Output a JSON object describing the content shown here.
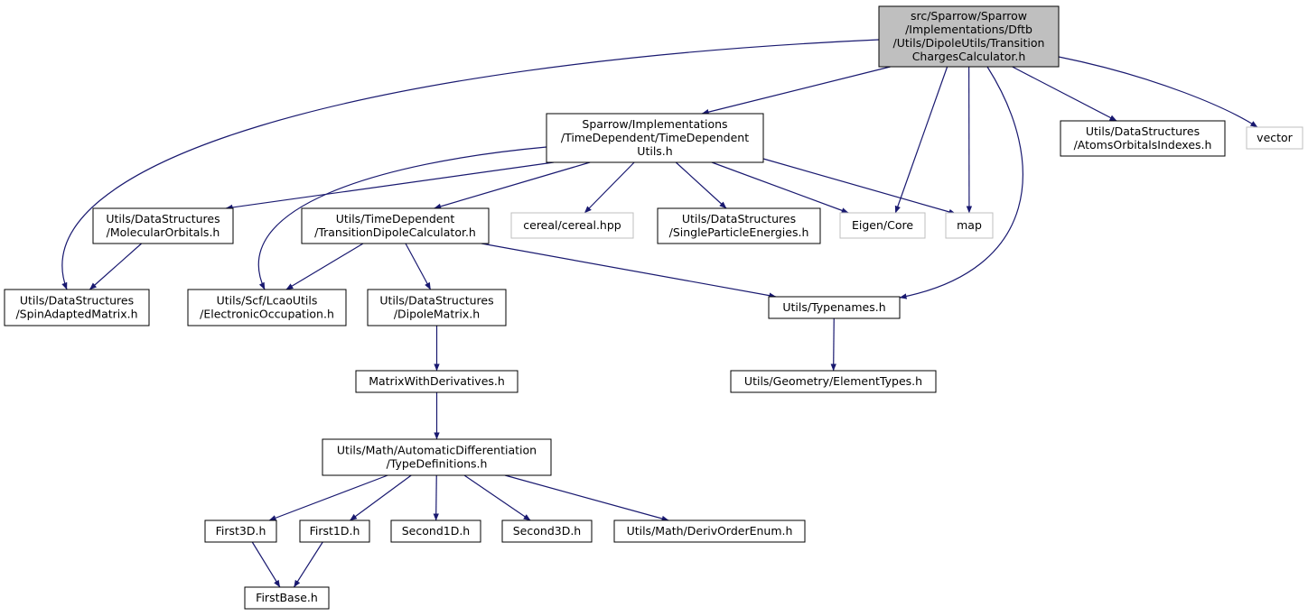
{
  "colors": {
    "edge": "#191970",
    "node_border": "#000000",
    "system_border": "#bfbfbf",
    "root_fill": "#bfbfbf",
    "node_fill": "#ffffff"
  },
  "nodes": {
    "root": {
      "lines": [
        "src/Sparrow/Sparrow",
        "/Implementations/Dftb",
        "/Utils/DipoleUtils/Transition",
        "ChargesCalculator.h"
      ],
      "kind": "root"
    },
    "tdu": {
      "lines": [
        "Sparrow/Implementations",
        "/TimeDependent/TimeDependent",
        "Utils.h"
      ],
      "kind": "file"
    },
    "aoi": {
      "lines": [
        "Utils/DataStructures",
        "/AtomsOrbitalsIndexes.h"
      ],
      "kind": "file"
    },
    "vector": {
      "lines": [
        "vector"
      ],
      "kind": "system"
    },
    "mo": {
      "lines": [
        "Utils/DataStructures",
        "/MolecularOrbitals.h"
      ],
      "kind": "file"
    },
    "tdc": {
      "lines": [
        "Utils/TimeDependent",
        "/TransitionDipoleCalculator.h"
      ],
      "kind": "file"
    },
    "cereal": {
      "lines": [
        "cereal/cereal.hpp"
      ],
      "kind": "system"
    },
    "spe": {
      "lines": [
        "Utils/DataStructures",
        "/SingleParticleEnergies.h"
      ],
      "kind": "file"
    },
    "eigen": {
      "lines": [
        "Eigen/Core"
      ],
      "kind": "system"
    },
    "map": {
      "lines": [
        "map"
      ],
      "kind": "system"
    },
    "sam": {
      "lines": [
        "Utils/DataStructures",
        "/SpinAdaptedMatrix.h"
      ],
      "kind": "file"
    },
    "eo": {
      "lines": [
        "Utils/Scf/LcaoUtils",
        "/ElectronicOccupation.h"
      ],
      "kind": "file"
    },
    "dm": {
      "lines": [
        "Utils/DataStructures",
        "/DipoleMatrix.h"
      ],
      "kind": "file"
    },
    "tn": {
      "lines": [
        "Utils/Typenames.h"
      ],
      "kind": "file"
    },
    "mwd": {
      "lines": [
        "MatrixWithDerivatives.h"
      ],
      "kind": "file"
    },
    "et": {
      "lines": [
        "Utils/Geometry/ElementTypes.h"
      ],
      "kind": "file"
    },
    "td": {
      "lines": [
        "Utils/Math/AutomaticDifferentiation",
        "/TypeDefinitions.h"
      ],
      "kind": "file"
    },
    "f3d": {
      "lines": [
        "First3D.h"
      ],
      "kind": "file"
    },
    "f1d": {
      "lines": [
        "First1D.h"
      ],
      "kind": "file"
    },
    "s1d": {
      "lines": [
        "Second1D.h"
      ],
      "kind": "file"
    },
    "s3d": {
      "lines": [
        "Second3D.h"
      ],
      "kind": "file"
    },
    "doe": {
      "lines": [
        "Utils/Math/DerivOrderEnum.h"
      ],
      "kind": "file"
    },
    "fb": {
      "lines": [
        "FirstBase.h"
      ],
      "kind": "file"
    }
  },
  "edges": [
    [
      "root",
      "sam"
    ],
    [
      "root",
      "tdu"
    ],
    [
      "root",
      "eigen"
    ],
    [
      "root",
      "map"
    ],
    [
      "root",
      "tn"
    ],
    [
      "root",
      "aoi"
    ],
    [
      "root",
      "vector"
    ],
    [
      "tdu",
      "mo"
    ],
    [
      "tdu",
      "eo"
    ],
    [
      "tdu",
      "tdc"
    ],
    [
      "tdu",
      "cereal"
    ],
    [
      "tdu",
      "spe"
    ],
    [
      "tdu",
      "eigen"
    ],
    [
      "tdu",
      "map"
    ],
    [
      "mo",
      "sam"
    ],
    [
      "tdc",
      "eo"
    ],
    [
      "tdc",
      "dm"
    ],
    [
      "tdc",
      "tn"
    ],
    [
      "dm",
      "mwd"
    ],
    [
      "mwd",
      "td"
    ],
    [
      "tn",
      "et"
    ],
    [
      "td",
      "f3d"
    ],
    [
      "td",
      "f1d"
    ],
    [
      "td",
      "s1d"
    ],
    [
      "td",
      "s3d"
    ],
    [
      "td",
      "doe"
    ],
    [
      "f3d",
      "fb"
    ],
    [
      "f1d",
      "fb"
    ]
  ]
}
